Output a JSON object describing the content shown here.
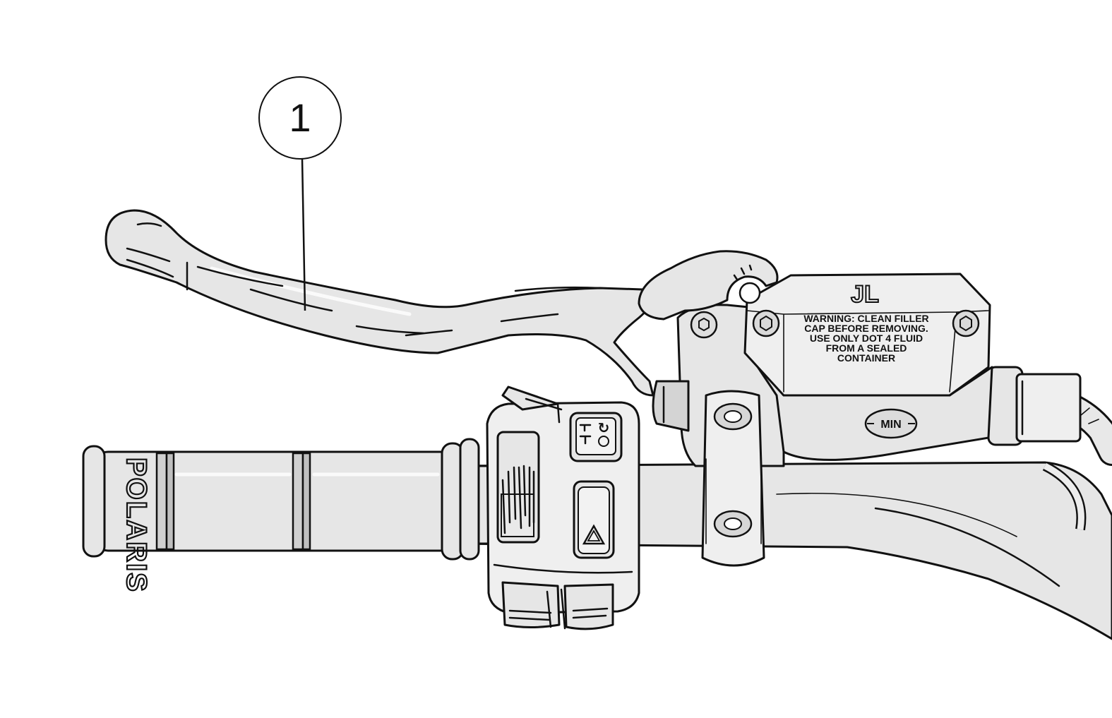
{
  "callout": {
    "number": "1"
  },
  "reservoir_cap": {
    "logo": "JL",
    "warning_lines": [
      "WARNING: CLEAN FILLER",
      "CAP BEFORE REMOVING.",
      "USE ONLY DOT 4 FLUID",
      "FROM A SEALED",
      "CONTAINER"
    ],
    "maker_badge": "MIN"
  },
  "grip": {
    "brand_text": "POLARIS"
  },
  "switch_housing": {
    "start_symbol": "↻",
    "hazard_symbol": "⚠"
  }
}
